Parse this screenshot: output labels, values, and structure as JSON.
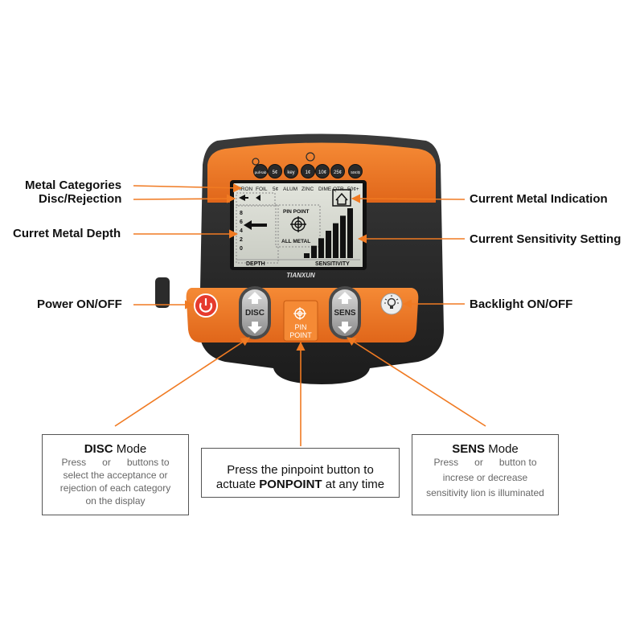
{
  "labels": {
    "metal_categories": "Metal Categories",
    "disc_rejection": "Disc/Rejection",
    "metal_depth": "Curret Metal Depth",
    "power": "Power ON/OFF",
    "current_metal": "Current Metal Indication",
    "sensitivity_setting": "Current Sensitivity Setting",
    "backlight": "Backlight ON/OFF"
  },
  "device": {
    "brand": "TIANXUN",
    "categories": [
      "IRON",
      "FOIL",
      "5¢",
      "ALUM",
      "ZINC",
      "DIME",
      "QTR",
      "50¢+"
    ],
    "coin_icons": [
      "pull-tab",
      "5¢",
      "key",
      "1¢",
      "10¢",
      "25¢",
      "50¢/$"
    ],
    "depth_label": "DEPTH",
    "depth_scale": [
      "8",
      "6",
      "4",
      "2",
      "0"
    ],
    "pinpoint_label": "PIN POINT",
    "all_metal_label": "ALL METAL",
    "sensitivity_label": "SENSITIVITY",
    "sensitivity_level": 7,
    "sensitivity_max": 7,
    "disc_button": "DISC",
    "sens_button": "SENS",
    "pinpoint_button": [
      "PIN",
      "POINT"
    ],
    "accent": "#f07a22",
    "body": "#2a2a2a"
  },
  "boxes": {
    "disc": {
      "title_bold": "DISC",
      "title_rest": " Mode",
      "lines": [
        "Press      or      buttons to",
        "select the acceptance or",
        "rejection of each category",
        "on the display"
      ]
    },
    "pinpoint": {
      "line1": "Press the pinpoint button to",
      "line2_pre": "actuate ",
      "line2_bold": "PONPOINT",
      "line2_post": " at any time"
    },
    "sens": {
      "title_bold": "SENS",
      "title_rest": " Mode",
      "lines": [
        "Press      or      button to",
        "increse or decrease",
        "sensitivity lion is illuminated"
      ]
    }
  }
}
